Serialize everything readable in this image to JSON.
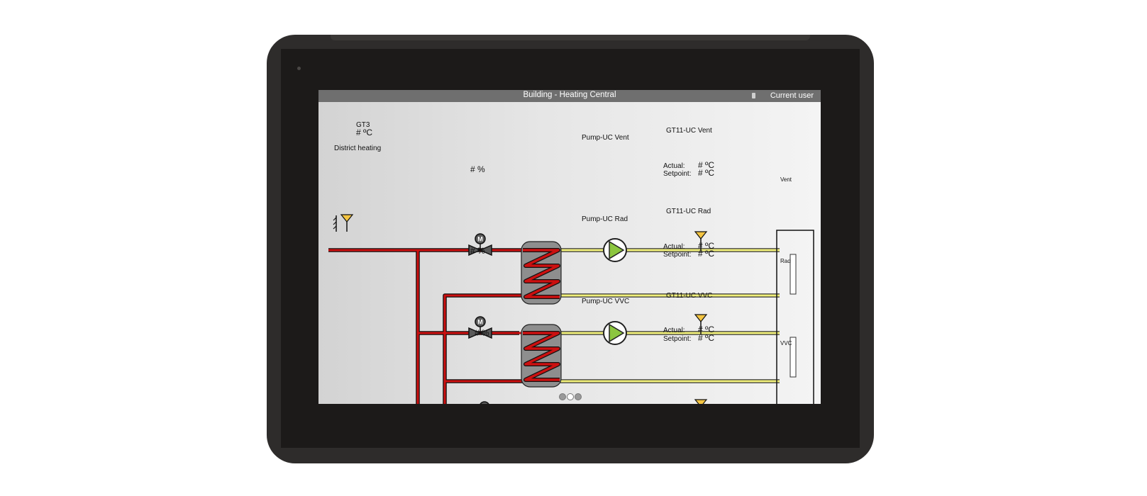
{
  "window": {
    "title": "Building - Heating Central",
    "user": "Current user"
  },
  "gt3": {
    "label": "GT3",
    "value": "# ºC"
  },
  "district_heating": "District heating",
  "valves": [
    {
      "value": "# %"
    },
    {
      "value": "# %"
    },
    {
      "value": "# %"
    }
  ],
  "circuits": [
    {
      "pump": "Pump-UC Vent",
      "sensor": "GT11-UC Vent",
      "actual_label": "Actual:",
      "actual": "# ºC",
      "setpoint_label": "Setpoint:",
      "setpoint": "# ºC",
      "load": "Vent"
    },
    {
      "pump": "Pump-UC Rad",
      "sensor": "GT11-UC Rad",
      "actual_label": "Actual:",
      "actual": "# ºC",
      "setpoint_label": "Setpoint:",
      "setpoint": "# ºC",
      "load": "Rad"
    },
    {
      "pump": "Pump-UC VVC",
      "sensor": "GT11-UC VVC",
      "actual_label": "Actual:",
      "actual": "# ºC",
      "setpoint_label": "Setpoint:",
      "setpoint": "# ºC",
      "load": "VVC"
    }
  ],
  "pagination": {
    "pages": 3,
    "current": 1
  },
  "colors": {
    "supply_pipe": "#cc1010",
    "secondary_pipe": "#f0ef7a",
    "pump_fill": "#8cc63f",
    "sensor_fill": "#f4c542",
    "exchanger_fill": "#8e8e8e",
    "titlebar": "#6f6f6f"
  },
  "icons": {
    "gt3": "outdoor-sensor-icon",
    "valve": "motor-valve-icon",
    "pump": "pump-icon",
    "sensor": "temperature-sensor-icon"
  }
}
